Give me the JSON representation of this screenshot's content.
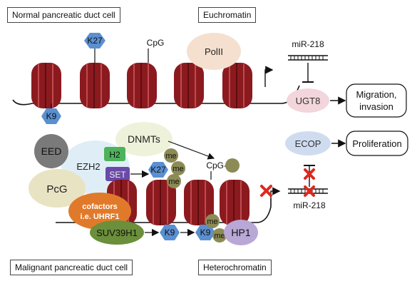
{
  "labels": {
    "normal": "Normal pancreatic duct cell",
    "euchromatin": "Euchromatin",
    "malignant": "Malignant pancreatic duct cell",
    "heterochromatin": "Heterochromatin"
  },
  "top": {
    "k27": "K27",
    "k9": "K9",
    "cpg": "CpG",
    "pol2": "PolII",
    "mir": "miR-218",
    "ugt8": "UGT8",
    "migration_line1": "Migration,",
    "migration_line2": "invasion"
  },
  "bottom": {
    "eed": "EED",
    "ezh2": "EZH2",
    "h2": "H2",
    "dnmts": "DNMTs",
    "set": "SET",
    "k27": "K27",
    "me": "me",
    "cpg_me": "CpG-me",
    "pcg": "PcG",
    "cofactors_line1": "cofactors",
    "cofactors_line2": "i.e. UHRF1",
    "suv": "SUV39H1",
    "k9a": "K9",
    "k9b": "K9",
    "hp1": "HP1",
    "ecop": "ECOP",
    "proliferation": "Proliferation",
    "mir": "miR-218"
  },
  "colors": {
    "nucleosome": "#8b1a1f",
    "k27_k9": "#5a8fd0",
    "me": "#8c8b55",
    "ecop": "#cfdcf0",
    "ugt8": "#f3d5dc",
    "dnmts": "#eef2da",
    "cofactors": "#e07a2a",
    "suv": "#6b8f3a",
    "hp1": "#b9a7d6",
    "h2": "#4db35a",
    "set": "#6a4aa8",
    "red_x": "#e0281e"
  }
}
